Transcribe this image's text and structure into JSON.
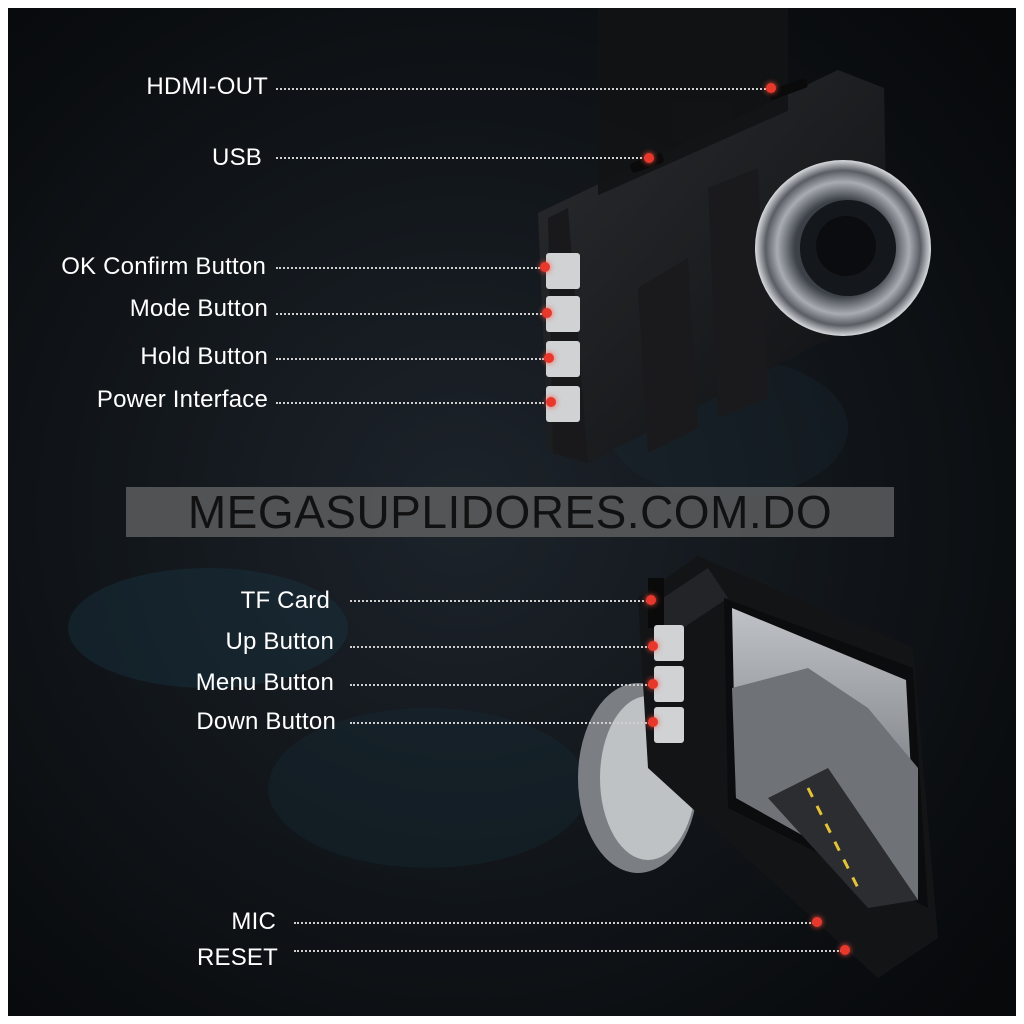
{
  "labels": {
    "hdmi_out": "HDMI-OUT",
    "usb": "USB",
    "ok_confirm": "OK Confirm Button",
    "mode": "Mode Button",
    "hold": "Hold Button",
    "power": "Power Interface",
    "tf_card": "TF Card",
    "up": "Up Button",
    "menu": "Menu Button",
    "down": "Down Button",
    "mic": "MIC",
    "reset": "RESET"
  },
  "watermark": "MEGASUPLIDORES.COM.DO",
  "colors": {
    "background": "#0d1014",
    "accent_dot": "#e8382c",
    "text": "#ffffff",
    "leader": "#cfcfcf"
  }
}
